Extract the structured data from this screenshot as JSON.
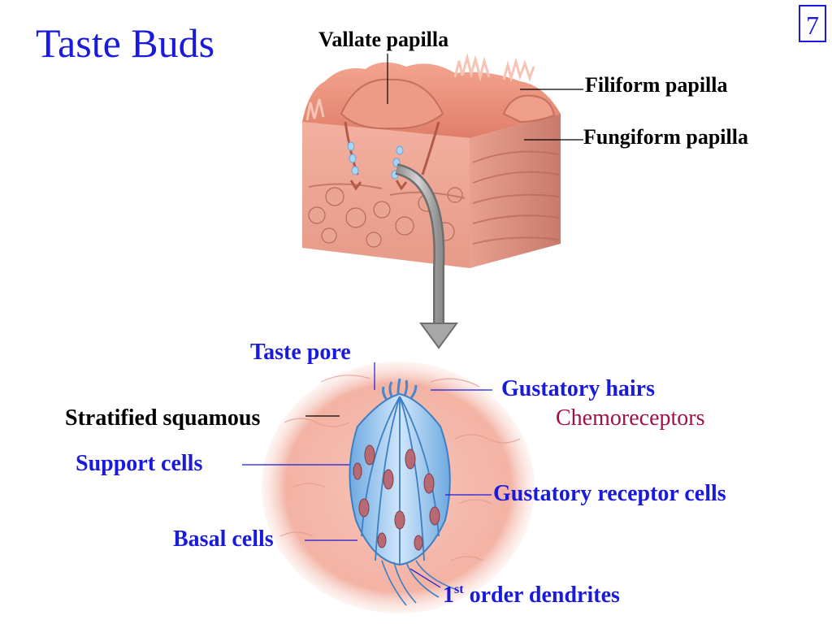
{
  "slide": {
    "title": "Taste Buds",
    "page_number": "7"
  },
  "labels": {
    "vallate_papilla": "Vallate papilla",
    "filiform_papilla": "Filiform papilla",
    "fungiform_papilla": "Fungiform papilla",
    "taste_pore": "Taste pore",
    "gustatory_hairs": "Gustatory hairs",
    "chemoreceptors": "Chemoreceptors",
    "stratified_squamous": "Stratified squamous",
    "support_cells": "Support cells",
    "gustatory_receptor_cells": "Gustatory receptor cells",
    "basal_cells": "Basal cells",
    "dendrites_ordinal": "1",
    "dendrites_superscript": "st",
    "dendrites_rest": " order dendrites"
  },
  "colors": {
    "title_blue": "#1a1adc",
    "chemoreceptors_maroon": "#a0104a",
    "tissue_pink": "#f4b8a8",
    "papilla_salmon": "#e88a72",
    "cell_blue": "#8fc4ef"
  }
}
